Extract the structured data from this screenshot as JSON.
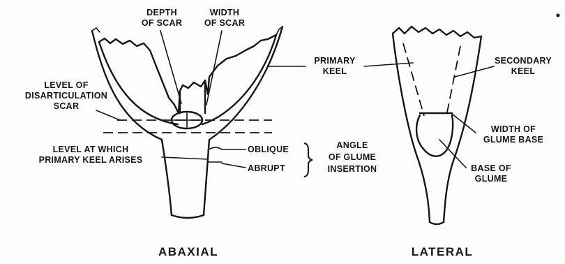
{
  "labels": {
    "depth_of_scar": [
      "DEPTH",
      "OF SCAR"
    ],
    "width_of_scar": [
      "WIDTH",
      "OF SCAR"
    ],
    "primary_keel": [
      "PRIMARY",
      "KEEL"
    ],
    "secondary_keel": [
      "SECONDARY",
      "KEEL"
    ],
    "level_of_disarticulation_scar": [
      "LEVEL OF",
      "DISARTICULATION",
      "SCAR"
    ],
    "level_primary_keel_arises": [
      "LEVEL AT WHICH",
      "PRIMARY KEEL ARISES"
    ],
    "oblique": "OBLIQUE",
    "abrupt": "ABRUPT",
    "angle_of_glume_insertion": [
      "ANGLE",
      "OF GLUME",
      "INSERTION"
    ],
    "width_of_glume_base": [
      "WIDTH OF",
      "GLUME BASE"
    ],
    "base_of_glume": [
      "BASE OF",
      "GLUME"
    ]
  },
  "views": {
    "abaxial": "ABAXIAL",
    "lateral": "LATERAL"
  }
}
